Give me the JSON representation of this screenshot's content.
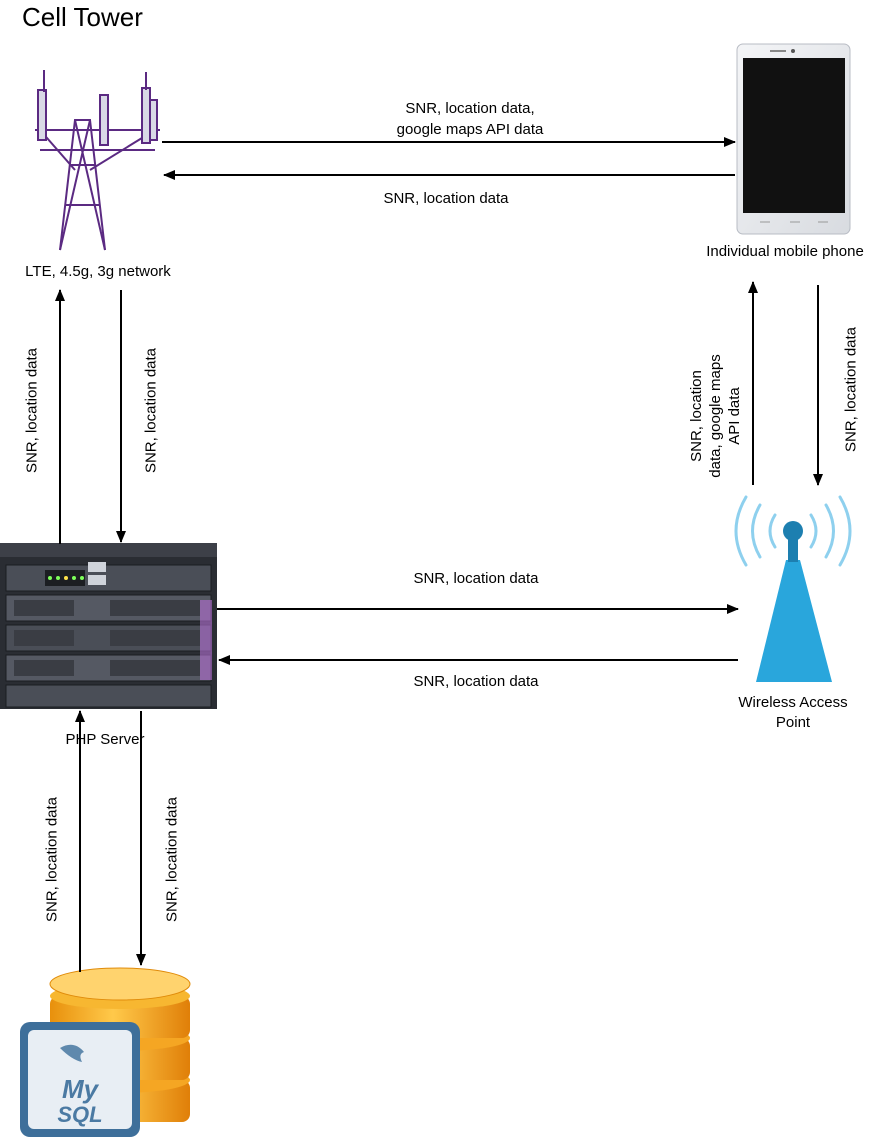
{
  "title": "Cell Tower",
  "nodes": {
    "tower": {
      "label": "LTE, 4.5g, 3g network",
      "icon": "cell-tower-icon"
    },
    "phone": {
      "label": "Individual mobile phone",
      "icon": "mobile-phone-icon"
    },
    "server": {
      "label": "PHP Server",
      "icon": "server-rack-icon"
    },
    "wap": {
      "label": "Wireless Access Point",
      "icon": "wireless-access-point-icon"
    },
    "database": {
      "label_logo": "My SQL",
      "icon": "mysql-database-icon"
    }
  },
  "edges": {
    "tower_to_phone": {
      "line1": "SNR, location data,",
      "line2": "google maps API data"
    },
    "phone_to_tower": "SNR, location data",
    "server_to_tower": "SNR, location data",
    "tower_to_server": "SNR, location data",
    "wap_to_phone": {
      "line1": "SNR, location",
      "line2": "data, google maps",
      "line3": "API data"
    },
    "phone_to_wap": "SNR, location data",
    "server_to_wap": "SNR, location data",
    "wap_to_server": "SNR, location data",
    "db_to_server": "SNR, location data",
    "server_to_db": "SNR, location data"
  },
  "colors": {
    "tower": "#5b2a82",
    "wap": "#29a6dc",
    "db_top": "#f7b731",
    "db_body": "#f39c12",
    "arrow": "#000000"
  }
}
